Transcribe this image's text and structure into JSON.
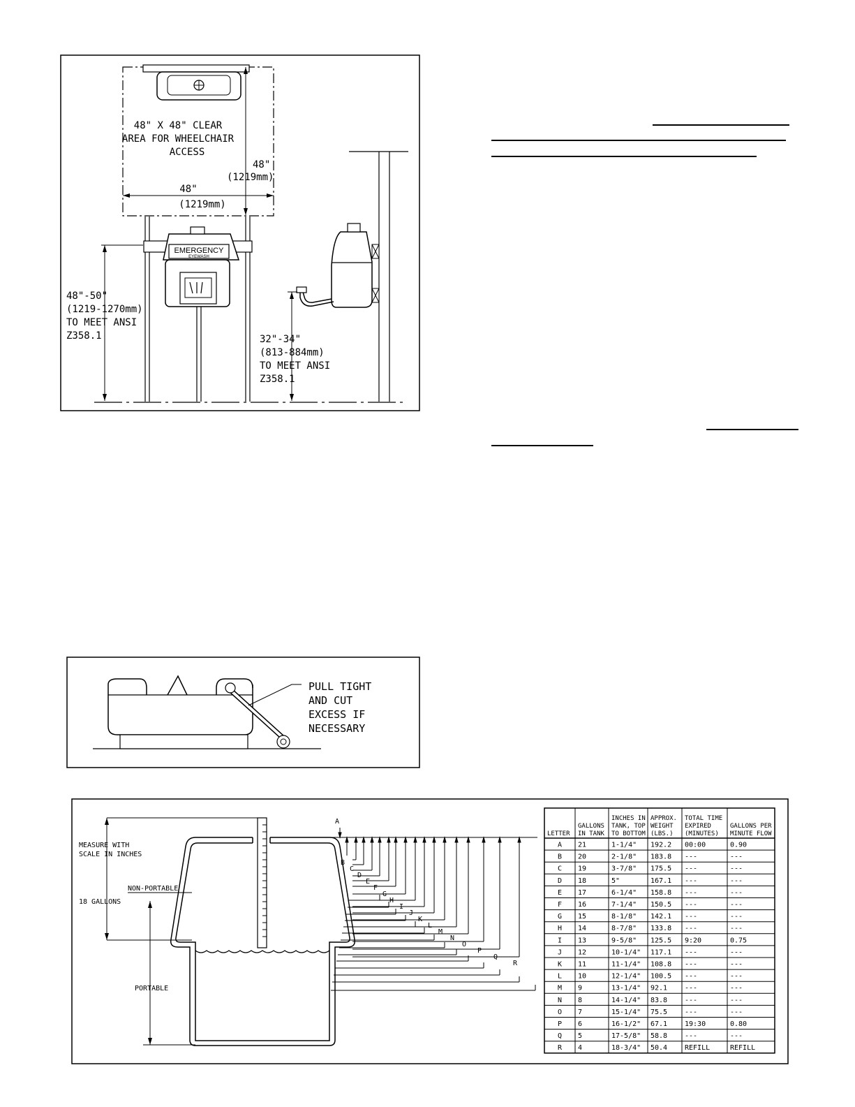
{
  "installation": {
    "clear_area": [
      "48\" X 48\" CLEAR",
      "AREA FOR WHEELCHAIR",
      "ACCESS"
    ],
    "vert_dim": "48\"",
    "vert_dim_mm": "(1219mm)",
    "horiz_dim": "48\"",
    "horiz_dim_mm": "(1219mm)",
    "label_emergency": "EMERGENCY",
    "label_eyewash": "EYEWASH",
    "front_height": [
      "48\"-50\"",
      "(1219-1270mm)",
      "TO MEET ANSI",
      "Z358.1"
    ],
    "side_height": [
      "32\"-34\"",
      "(813-884mm)",
      "TO MEET ANSI",
      "Z358.1"
    ]
  },
  "strap_note": [
    "PULL TIGHT",
    "AND CUT",
    "EXCESS IF",
    "NECESSARY"
  ],
  "tank_gauge": {
    "measure_label": [
      "MEASURE WITH",
      "SCALE IN INCHES"
    ],
    "non_portable": "NON-PORTABLE",
    "gallons_18": "18 GALLONS",
    "portable": "PORTABLE",
    "letters": [
      "A",
      "B",
      "C",
      "D",
      "E",
      "F",
      "G",
      "H",
      "I",
      "J",
      "K",
      "L",
      "M",
      "N",
      "O",
      "P",
      "Q",
      "R"
    ]
  },
  "table": {
    "headers": [
      [
        "LETTER"
      ],
      [
        "GALLONS",
        "IN TANK"
      ],
      [
        "INCHES IN",
        "TANK, TOP",
        "TO BOTTOM"
      ],
      [
        "APPROX.",
        "WEIGHT",
        "(LBS.)"
      ],
      [
        "TOTAL TIME",
        "EXPIRED",
        "(MINUTES)"
      ],
      [
        "GALLONS PER",
        "MINUTE FLOW"
      ]
    ],
    "rows": [
      [
        "A",
        "21",
        "1-1/4\"",
        "192.2",
        "00:00",
        "0.90"
      ],
      [
        "B",
        "20",
        "2-1/8\"",
        "183.8",
        "---",
        "---"
      ],
      [
        "C",
        "19",
        "3-7/8\"",
        "175.5",
        "---",
        "---"
      ],
      [
        "D",
        "18",
        "5\"",
        "167.1",
        "---",
        "---"
      ],
      [
        "E",
        "17",
        "6-1/4\"",
        "158.8",
        "---",
        "---"
      ],
      [
        "F",
        "16",
        "7-1/4\"",
        "150.5",
        "---",
        "---"
      ],
      [
        "G",
        "15",
        "8-1/8\"",
        "142.1",
        "---",
        "---"
      ],
      [
        "H",
        "14",
        "8-7/8\"",
        "133.8",
        "---",
        "---"
      ],
      [
        "I",
        "13",
        "9-5/8\"",
        "125.5",
        "9:20",
        "0.75"
      ],
      [
        "J",
        "12",
        "10-1/4\"",
        "117.1",
        "---",
        "---"
      ],
      [
        "K",
        "11",
        "11-1/4\"",
        "108.8",
        "---",
        "---"
      ],
      [
        "L",
        "10",
        "12-1/4\"",
        "100.5",
        "---",
        "---"
      ],
      [
        "M",
        "9",
        "13-1/4\"",
        "92.1",
        "---",
        "---"
      ],
      [
        "N",
        "8",
        "14-1/4\"",
        "83.8",
        "---",
        "---"
      ],
      [
        "O",
        "7",
        "15-1/4\"",
        "75.5",
        "---",
        "---"
      ],
      [
        "P",
        "6",
        "16-1/2\"",
        "67.1",
        "19:30",
        "0.80"
      ],
      [
        "Q",
        "5",
        "17-5/8\"",
        "58.8",
        "---",
        "---"
      ],
      [
        "R",
        "4",
        "18-3/4\"",
        "50.4",
        "REFILL",
        "REFILL"
      ]
    ]
  }
}
